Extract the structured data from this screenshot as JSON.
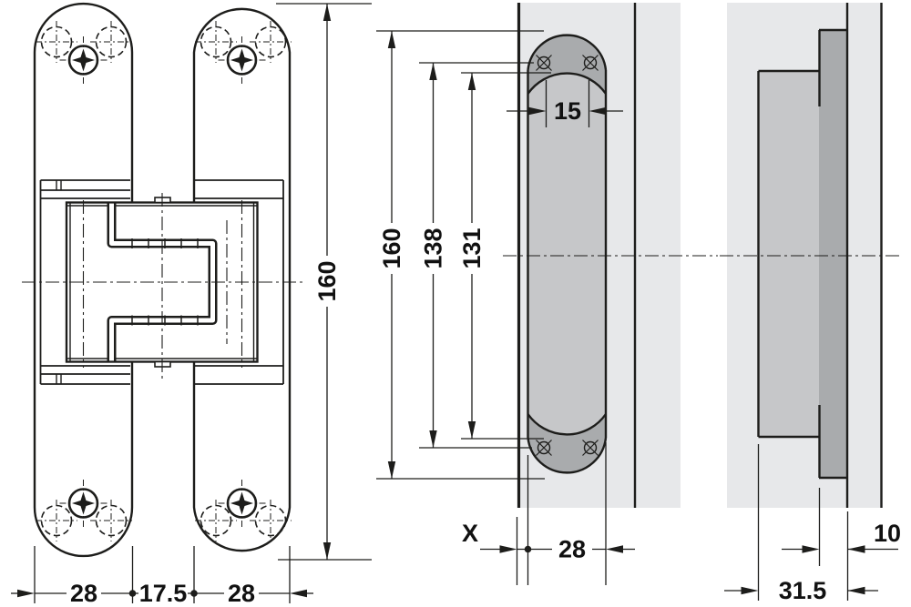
{
  "front_view": {
    "height": "160",
    "width_left": "28",
    "gap": "17.5",
    "width_right": "28"
  },
  "section_view": {
    "height": "160",
    "screw_spacing": "138",
    "slot_length": "131",
    "end_width": "15",
    "offset": "X",
    "slot_width": "28"
  },
  "side_view": {
    "depth": "31.5",
    "edge_distance": "10"
  },
  "colors": {
    "line": "#1d1d1b",
    "panel": "#e7e8ea",
    "pocket": "#c6c7c9",
    "leaf": "#a9abad"
  }
}
